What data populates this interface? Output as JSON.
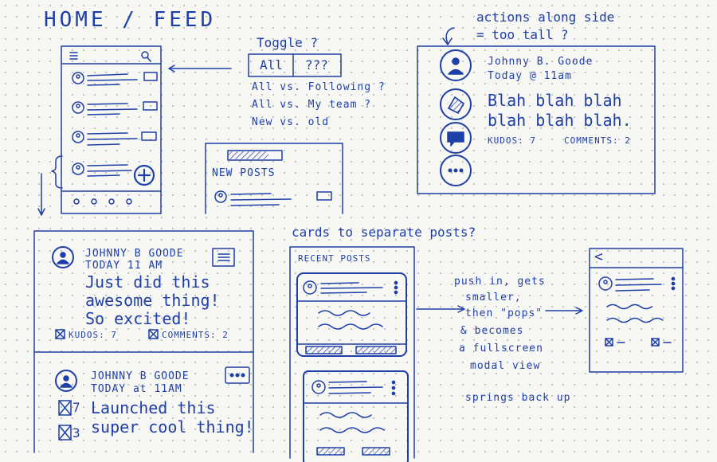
{
  "page_title": "HOME / FEED",
  "toggle": {
    "question": "Toggle ?",
    "option_a": "All",
    "option_b": "???",
    "alt_1": "All vs. Following ?",
    "alt_2": "All vs. My team ?",
    "alt_3": "New vs. old"
  },
  "new_posts_label": "NEW POSTS",
  "side_actions": {
    "note_1": "actions along side",
    "note_2": "= too tall ?",
    "author": "Johnny B. Goode",
    "time": "Today @ 11am",
    "body_1": "Blah blah blah",
    "body_2": "blah blah blah.",
    "kudos": "KUDOS: 7",
    "comments": "COMMENTS: 2"
  },
  "post_1": {
    "author": "JOHNNY B GOODE",
    "time": "TODAY   11 AM",
    "body_1": "Just did this",
    "body_2": "awesome thing!",
    "body_3": "So excited!",
    "kudos": "KUDOS: 7",
    "comments": "COMMENTS: 2"
  },
  "post_2": {
    "author": "JOHNNY B GOODE",
    "time": "TODAY at 11AM",
    "body_1": "Launched this",
    "body_2": "super cool thing!",
    "count_1": "7",
    "count_2": "3"
  },
  "cards": {
    "question": "cards to separate posts?",
    "header": "RECENT POSTS"
  },
  "flow_notes": {
    "line_1": "push in, gets",
    "line_2": "smaller,",
    "line_3": "then \"pops\"",
    "line_4": "& becomes",
    "line_5": "a fullscreen",
    "line_6": "modal view",
    "line_7": "springs back up"
  },
  "modal": {
    "back": "<"
  }
}
